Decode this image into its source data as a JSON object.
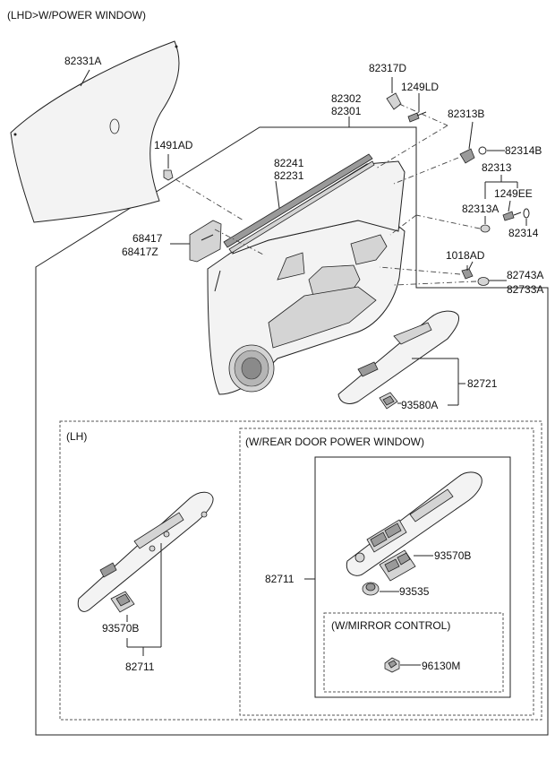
{
  "diagram": {
    "title": "(LHD>W/POWER WINDOW)",
    "sections": {
      "lh": "(LH)",
      "rear": "(W/REAR DOOR POWER WINDOW)",
      "mirror": "(W/MIRROR CONTROL)"
    },
    "labels": {
      "p82331A": "82331A",
      "p1491AD": "1491AD",
      "p82317D": "82317D",
      "p1249LD": "1249LD",
      "p82302": "82302",
      "p82301": "82301",
      "p82313B": "82313B",
      "p82314B": "82314B",
      "p82313": "82313",
      "p82241": "82241",
      "p82231": "82231",
      "p1249EE": "1249EE",
      "p82313A": "82313A",
      "p82314": "82314",
      "p68417": "68417",
      "p68417Z": "68417Z",
      "p1018AD": "1018AD",
      "p82743A": "82743A",
      "p82733A": "82733A",
      "p82721": "82721",
      "p93580A": "93580A",
      "p82711_rear": "82711",
      "p93570B_rear": "93570B",
      "p93535": "93535",
      "p96130M": "96130M",
      "p93570B_lh": "93570B",
      "p82711_lh": "82711"
    }
  }
}
